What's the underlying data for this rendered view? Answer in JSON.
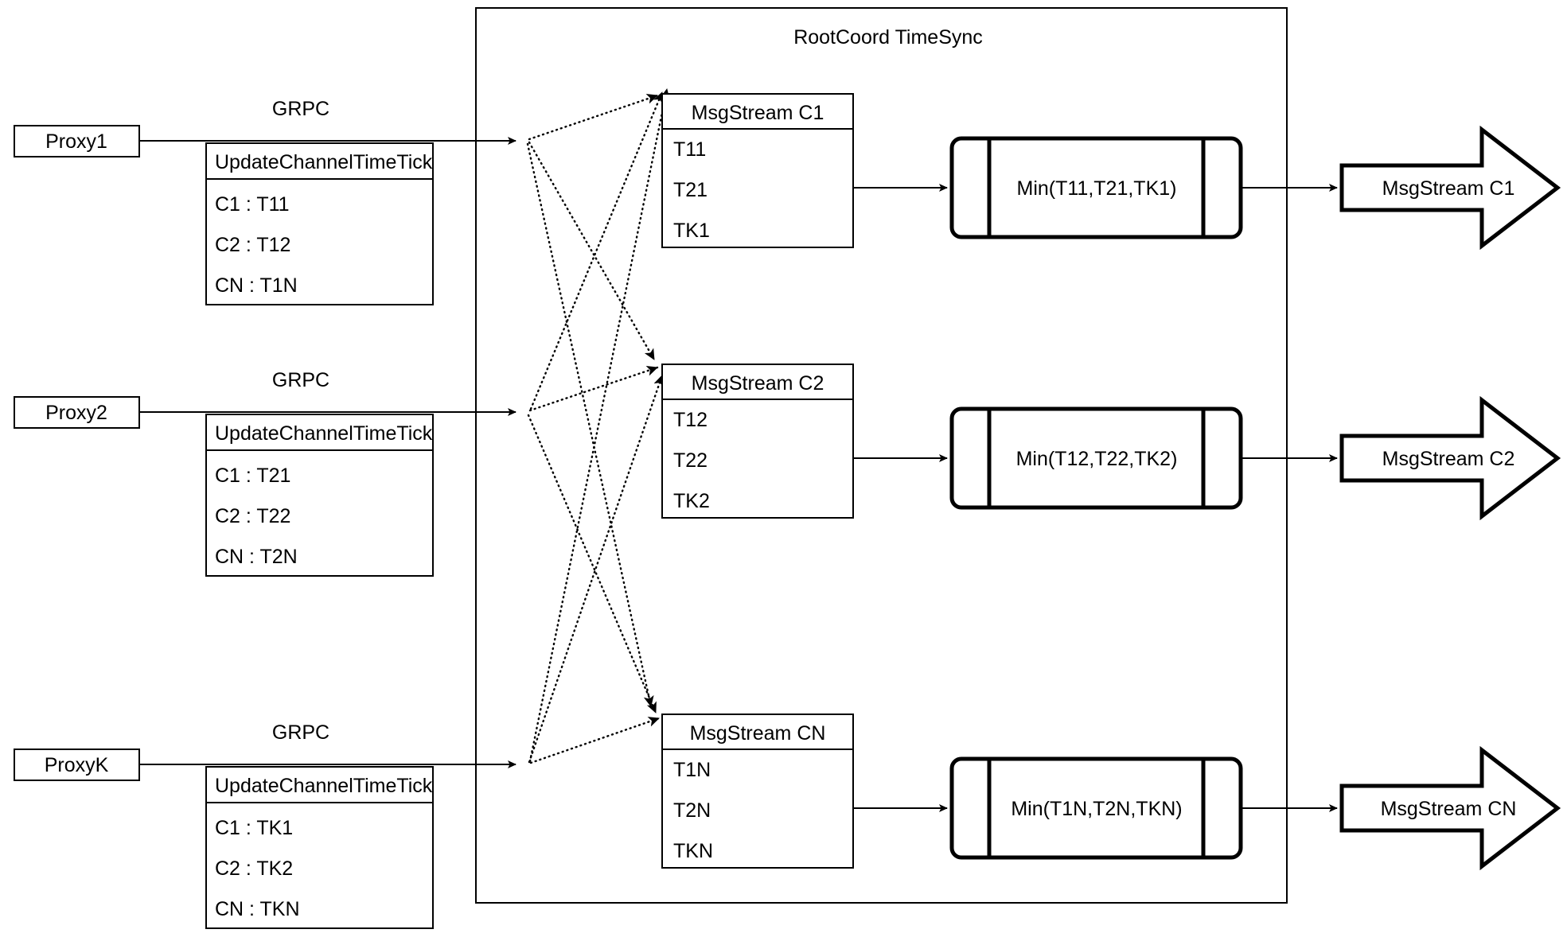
{
  "diagram": {
    "title": "RootCoord TimeSync",
    "container_label": "RootCoord TimeSync"
  },
  "proxies": [
    {
      "name": "Proxy1",
      "link_label": "GRPC",
      "message_title": "UpdateChannelTimeTick",
      "rows": [
        "C1 :  T11",
        "C2 :  T12",
        "CN : T1N"
      ]
    },
    {
      "name": "Proxy2",
      "link_label": "GRPC",
      "message_title": "UpdateChannelTimeTick",
      "rows": [
        "C1 :  T21",
        "C2 :  T22",
        "CN : T2N"
      ]
    },
    {
      "name": "ProxyK",
      "link_label": "GRPC",
      "message_title": "UpdateChannelTimeTick",
      "rows": [
        "C1 :  TK1",
        "C2 :  TK2",
        "CN : TKN"
      ]
    }
  ],
  "channels": [
    {
      "stream_title": "MsgStream C1",
      "ticks": [
        "T11",
        "T21",
        "TK1"
      ],
      "process_label": "Min(T11,T21,TK1)",
      "output_label": "MsgStream C1"
    },
    {
      "stream_title": "MsgStream C2",
      "ticks": [
        "T12",
        "T22",
        "TK2"
      ],
      "process_label": "Min(T12,T22,TK2)",
      "output_label": "MsgStream C2"
    },
    {
      "stream_title": "MsgStream CN",
      "ticks": [
        "T1N",
        "T2N",
        "TKN"
      ],
      "process_label": "Min(T1N,T2N,TKN)",
      "output_label": "MsgStream CN"
    }
  ],
  "colors": {
    "stroke": "#000000",
    "fill": "#ffffff",
    "background": "#ffffff"
  }
}
